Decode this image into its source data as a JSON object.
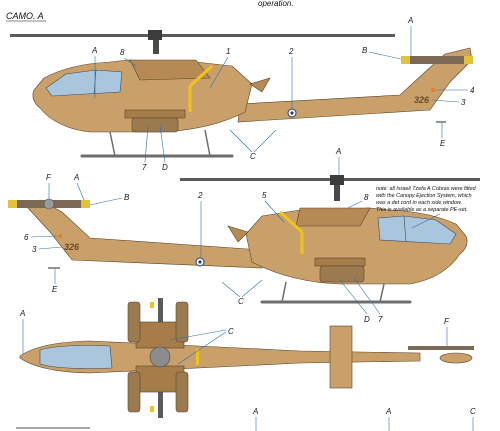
{
  "header": {
    "top_text": "operation.",
    "scheme_title": "CAMO. A"
  },
  "note": {
    "lines": [
      "note: all Israeli Tzefa A Cobras were fitted",
      "with the Canopy Ejection System, which",
      "was a det cord in each side window.",
      "This is available as a separate PE-set."
    ]
  },
  "profile_top": {
    "serial": "326",
    "callouts": {
      "A1": "A",
      "n8": "8",
      "n1": "1",
      "n2": "2",
      "A2": "A",
      "B": "B",
      "n4": "4",
      "n3": "3",
      "E": "E",
      "C": "C",
      "n7": "7",
      "D": "D"
    }
  },
  "profile_bottom": {
    "serial": "326",
    "callouts": {
      "F": "F",
      "A1": "A",
      "B": "B",
      "n6": "6",
      "n3": "3",
      "E": "E",
      "n2": "2",
      "n5": "5",
      "A2": "A",
      "n8": "8",
      "C": "C",
      "D": "D",
      "n7": "7"
    }
  },
  "plan_view": {
    "callouts": {
      "A1": "A",
      "C": "C",
      "F": "F",
      "A2": "A",
      "A3": "A",
      "C2": "C"
    }
  },
  "colors": {
    "camo_sand": "#c9a06a",
    "camo_shade": "#a67c49",
    "canopy": "#a9c6dc",
    "rotor_tip": "#e2c23a",
    "leader": "#2d6fb0",
    "marking_yellow": "#f0c419"
  }
}
